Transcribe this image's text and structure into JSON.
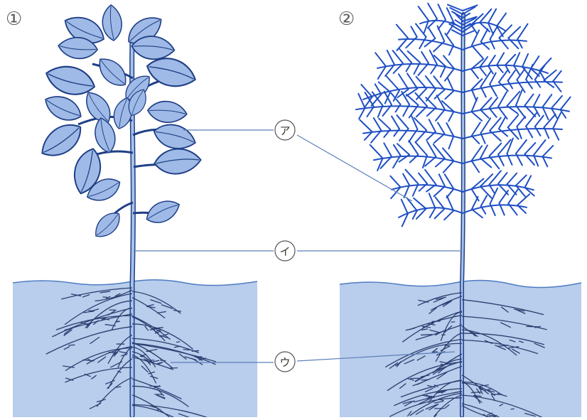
{
  "panels": [
    {
      "marker": "①"
    },
    {
      "marker": "②"
    }
  ],
  "callouts": [
    {
      "marker": "ア"
    },
    {
      "marker": "イ"
    },
    {
      "marker": "ウ"
    }
  ],
  "colors": {
    "soil": "#b9cdec",
    "soil_line": "#4e7bc2",
    "leaf_fill": "#9fbae6",
    "leaf_stroke": "#1f3f86",
    "needle": "#1f4fc4",
    "stem": "#a8c2ea",
    "root": "#2a3f70",
    "leader": "#5b7fb8"
  }
}
